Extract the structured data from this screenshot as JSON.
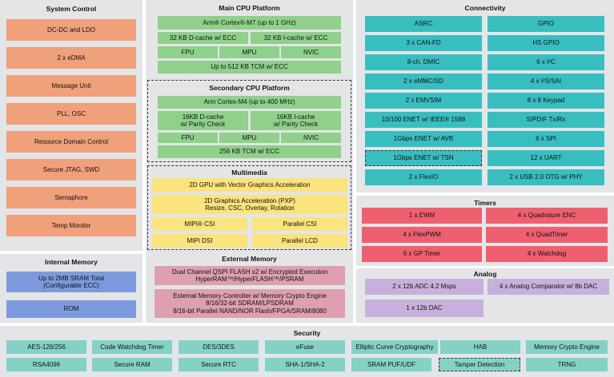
{
  "system_control": {
    "title": "System Control",
    "items": [
      "DC-DC and LDO",
      "2 x eDMA",
      "Message Unit",
      "PLL, OSC",
      "Resource Domain Control",
      "Secure JTAG, SWD",
      "Semaphore",
      "Temp Monitor"
    ]
  },
  "internal_memory": {
    "title": "Internal Memory",
    "items": [
      "Up to 2MB SRAM Total\n(Configurable ECC)",
      "ROM"
    ]
  },
  "main_cpu": {
    "title": "Main CPU Platform",
    "core": "Arm® Cortex®-M7 (up to 1 GHz)",
    "dcache": "32 KB D-cache w/ ECC",
    "icache": "32 KB I-cache w/ ECC",
    "fpu": "FPU",
    "mpu": "MPU",
    "nvic": "NVIC",
    "tcm": "Up to 512 KB TCM w/ ECC"
  },
  "secondary_cpu": {
    "title": "Secondary CPU Platform",
    "core": "Arm Cortex-M4 (up to 400 MHz)",
    "dcache": "16KB D-cache\nw/ Parity Check",
    "icache": "16KB I-cache\nw/ Parity Check",
    "fpu": "FPU",
    "mpu": "MPU",
    "nvic": "NVIC",
    "tcm": "256 KB TCM w/ ECC"
  },
  "multimedia": {
    "title": "Multimedia",
    "gpu": "2D GPU with Vector Graphics Acceleration",
    "pxp": "2D Graphics Acceleration (PXP)\nResize, CSC, Overlay, Rotation",
    "mipi_csi": "MIPI® CSI",
    "parallel_csi": "Parallel CSI",
    "mipi_dsi": "MIPI DSI",
    "parallel_lcd": "Parallel LCD"
  },
  "external_memory": {
    "title": "External Memory",
    "qspi": "Dual Channel QSPI FLASH x2 w/ Encrypted Execution\nHyperRAM™/HyperFLASH™/PSRAM",
    "emc": "External Memory Controller w/ Memory Crypto Engine\n8/16/32-bit SDRAM/LPSDRAM\n8/16-bit Parallel NAND/NOR Flash/FPGA/SRAM/8080"
  },
  "connectivity": {
    "title": "Connectivity",
    "left": [
      "ASRC",
      "3 x CAN-FD",
      "8-ch. DMIC",
      "2 x eMMC/SD",
      "2 x EMVSIM",
      "10/100 ENET w/ IEEE® 1588",
      "1Gbps ENET w/ AVB",
      "1Gbps ENET w/ TSN",
      "2 x FlexIO"
    ],
    "right": [
      "GPIO",
      "HS GPIO",
      "6 x I²C",
      "4 x I²S/SAI",
      "8 x 8 Keypad",
      "S/PDIF Tx/Rx",
      "6 x SPI",
      "12 x UART",
      "2 x USB 2.0 OTG w/ PHY"
    ]
  },
  "timers": {
    "title": "Timers",
    "left": [
      "1 x EWM",
      "4 x FlexPWM",
      "6 x GP Timer"
    ],
    "right": [
      "4 x Quadrature ENC",
      "4 x QuadTimer",
      "4 x Watchdog"
    ]
  },
  "analog": {
    "title": "Analog",
    "adc": "2 x 12b ADC 4.2 Msps",
    "acmp": "4 x Analog Comparator w/ 8b DAC",
    "dac": "1 x 12b DAC"
  },
  "security": {
    "title": "Security",
    "row1": [
      "AES-128/256",
      "Code Watchdog Timer",
      "DES/3DES",
      "eFuse",
      "Elliptic Curve Cryptography",
      "HAB",
      "Memory Crypto Engine"
    ],
    "row2": [
      "RSA4096",
      "Secure RAM",
      "Secure RTC",
      "SHA-1/SHA-2",
      "SRAM PUF/UDF",
      "Tamper Detection",
      "TRNG"
    ]
  }
}
